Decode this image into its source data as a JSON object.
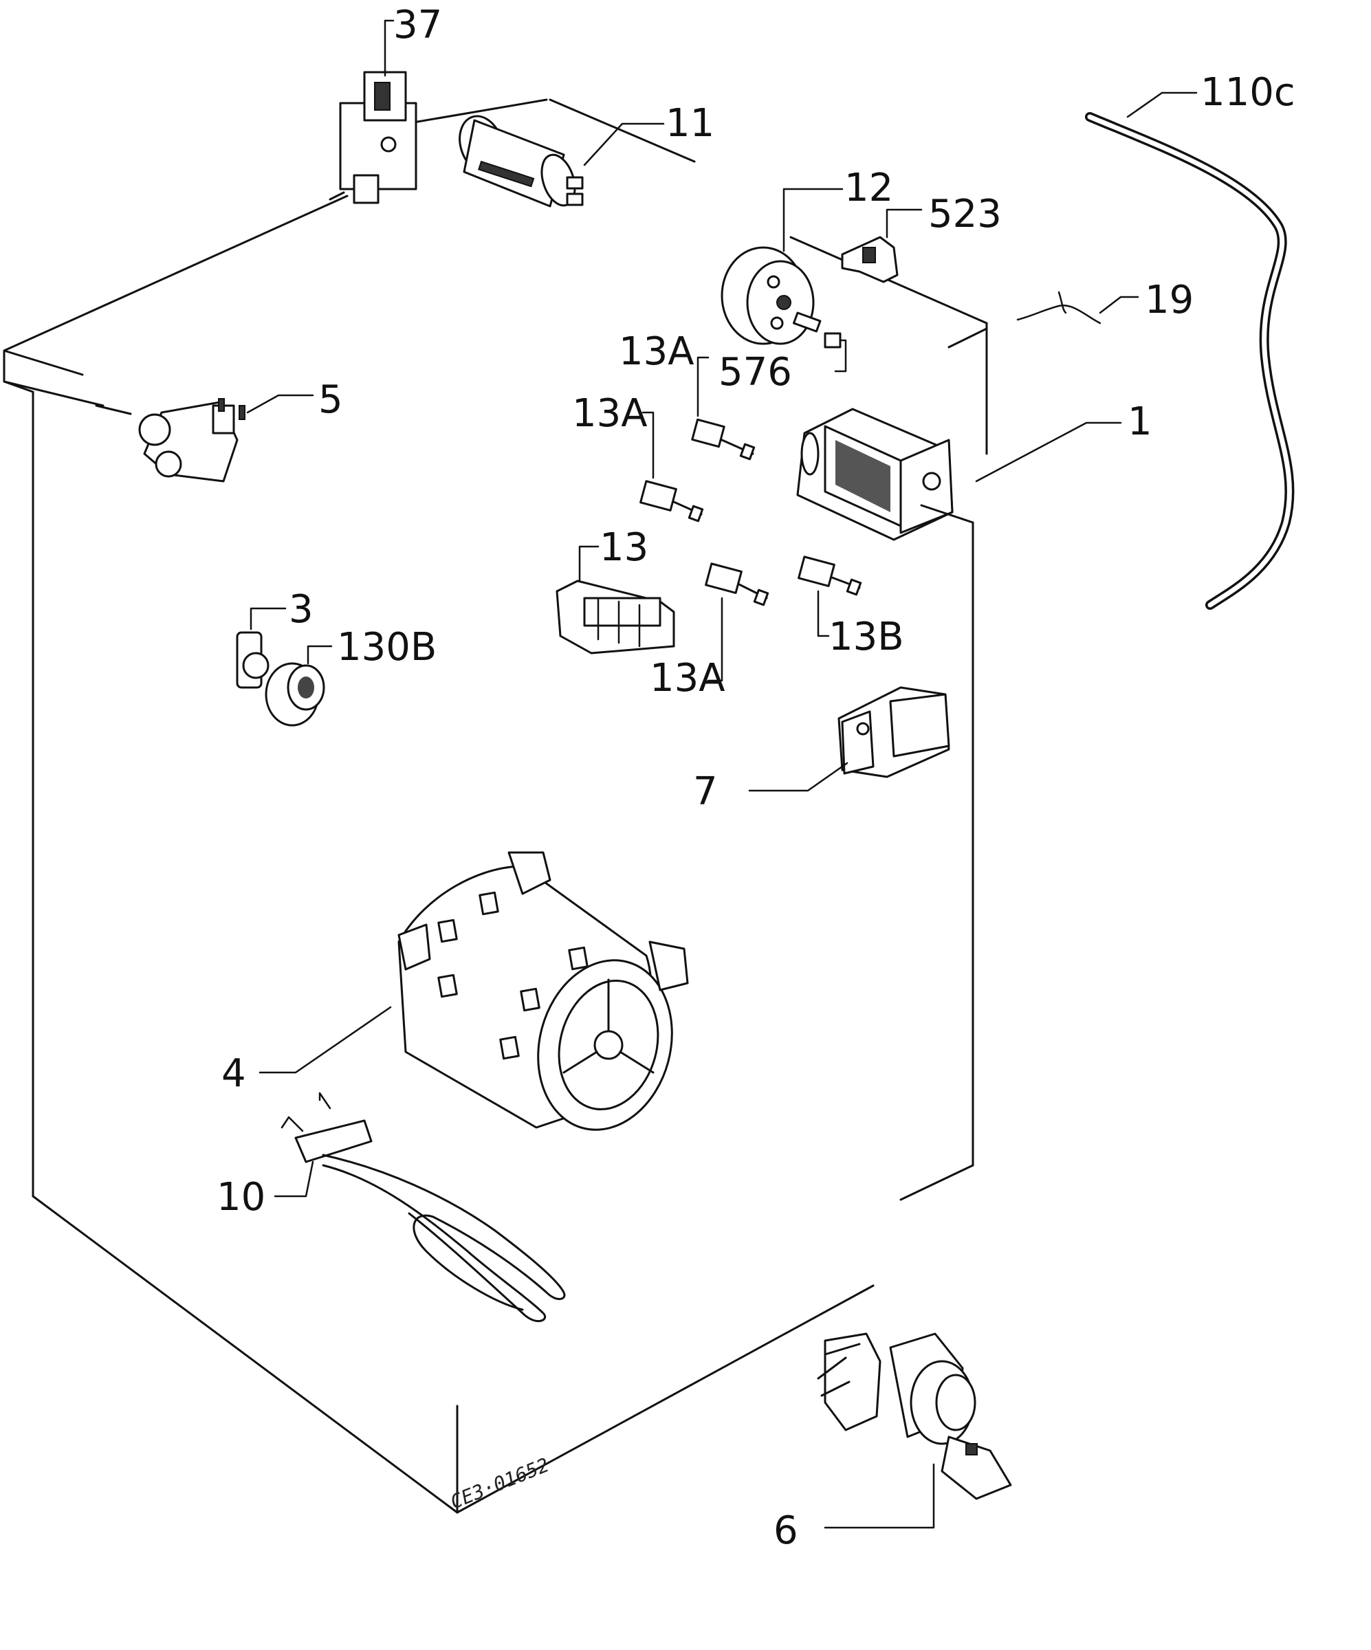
{
  "diagram": {
    "labels": {
      "l37": "37",
      "l11": "11",
      "l110c": "110c",
      "l12": "12",
      "l523": "523",
      "l19": "19",
      "l13a_1": "13A",
      "l576": "576",
      "l13a_2": "13A",
      "l5": "5",
      "l1": "1",
      "l13": "13",
      "l3": "3",
      "l130b": "130B",
      "l13b": "13B",
      "l13a_3": "13A",
      "l7": "7",
      "l4": "4",
      "l10": "10",
      "l6": "6"
    },
    "drawing_code": "CE3·01652"
  }
}
